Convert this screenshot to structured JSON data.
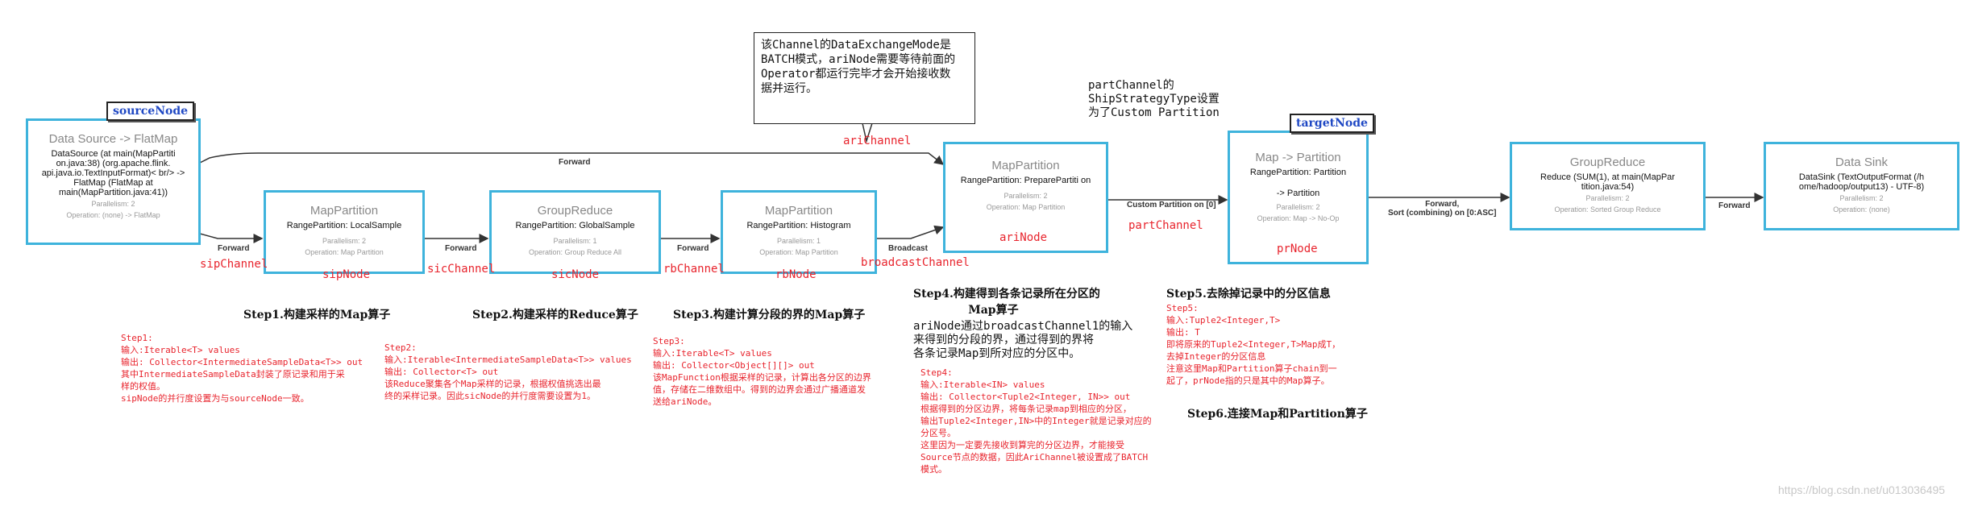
{
  "nodes": {
    "source": {
      "title": "Data Source -> FlatMap",
      "detail": "DataSource (at main(MapPartiti on.java:38) (org.apache.flink. api.java.io.TextInputFormat)< br/> -> FlatMap (FlatMap at main(MapPartition.java:41))",
      "meta1": "Parallelism: 2",
      "meta2": "Operation: (none) -> FlatMap"
    },
    "sip": {
      "title": "MapPartition",
      "detail": "RangePartition: LocalSample",
      "meta1": "Parallelism: 2",
      "meta2": "Operation: Map Partition"
    },
    "sic": {
      "title": "GroupReduce",
      "detail": "RangePartition: GlobalSample",
      "meta1": "Parallelism: 1",
      "meta2": "Operation: Group Reduce All"
    },
    "rb": {
      "title": "MapPartition",
      "detail": "RangePartition: Histogram",
      "meta1": "Parallelism: 1",
      "meta2": "Operation: Map Partition"
    },
    "ari": {
      "title": "MapPartition",
      "detail": "RangePartition: PreparePartiti on",
      "meta1": "Parallelism: 2",
      "meta2": "Operation: Map Partition"
    },
    "pr": {
      "title": "Map -> Partition",
      "detail": "RangePartition: Partition",
      "detail2": "-> Partition",
      "meta1": "Parallelism: 2",
      "meta2": "Operation: Map -> No-Op"
    },
    "reduce": {
      "title": "GroupReduce",
      "detail": "Reduce (SUM(1), at main(MapPar tition.java:54)",
      "meta1": "Parallelism: 2",
      "meta2": "Operation: Sorted Group Reduce"
    },
    "sink": {
      "title": "Data Sink",
      "detail": "DataSink (TextOutputFormat (/h ome/hadoop/output13) - UTF-8)",
      "meta1": "Parallelism: 2",
      "meta2": "Operation: (none)"
    }
  },
  "node_names": {
    "sip": "sipNode",
    "sic": "sicNode",
    "rb": "rbNode",
    "ari": "ariNode",
    "pr": "prNode"
  },
  "tags": {
    "source": "sourceNode",
    "target": "targetNode"
  },
  "edges": {
    "forward_top": "Forward",
    "forward_1": "Forward",
    "forward_2": "Forward",
    "forward_3": "Forward",
    "broadcast": "Broadcast",
    "custom": "Custom Partition on [0]",
    "forward_sort": "Forward,\nSort (combining) on [0:ASC]",
    "forward_last": "Forward"
  },
  "channels": {
    "sip": "sipChannel",
    "sic": "sicChannel",
    "rb": "rbChannel",
    "broadcast": "broadcastChannel",
    "ari": "ariChannel",
    "part": "partChannel"
  },
  "callout": "该Channel的DataExchangeMode是\nBATCH模式，ariNode需要等待前面的\nOperator都运行完毕才会开始接收数\n据并运行。",
  "part_note": "partChannel的\nShipStrategyType设置\n为了Custom Partition",
  "steps": {
    "s1": "Step1.构建采样的Map算子",
    "s2": "Step2.构建采样的Reduce算子",
    "s3": "Step3.构建计算分段的界的Map算子",
    "s4": "Step4.构建得到各条记录所在分区的\n              Map算子",
    "s5": "Step5.去除掉记录中的分区信息",
    "s6": "Step6.连接Map和Partition算子"
  },
  "notes": {
    "n1": "Step1:\n输入:Iterable<T> values\n输出: Collector<IntermediateSampleData<T>> out\n其中IntermediateSampleData封装了原记录和用于采\n样的权值。\nsipNode的并行度设置为与sourceNode一致。",
    "n2": "Step2:\n输入:Iterable<IntermediateSampleData<T>> values\n输出: Collector<T> out\n该Reduce聚集各个Map采样的记录，根据权值挑选出最\n终的采样记录。因此sicNode的并行度需要设置为1。",
    "n3": "Step3:\n输入:Iterable<T> values\n输出: Collector<Object[][]> out\n该MapFunction根据采样的记录，计算出各分区的边界\n值，存储在二维数组中。得到的边界会通过广播通道发\n送给ariNode。",
    "n4_dark": "ariNode通过broadcastChannel1的输入\n来得到的分段的界，通过得到的界将\n各条记录Map到所对应的分区中。",
    "n4": "Step4:\n输入:Iterable<IN> values\n输出: Collector<Tuple2<Integer, IN>> out\n根据得到的分区边界，将每条记录map到相应的分区，\n输出Tuple2<Integer,IN>中的Integer就是记录对应的\n分区号。\n这里因为一定要先接收到算完的分区边界，才能接受\nSource节点的数据，因此AriChannel被设置成了BATCH\n模式。",
    "n5": "Step5:\n输入:Tuple2<Integer,T>\n输出: T\n即将原来的Tuple2<Integer,T>Map成T，\n去掉Integer的分区信息\n注意这里Map和Partition算子chain到一\n起了，prNode指的只是其中的Map算子。"
  },
  "watermark": "https://blog.csdn.net/u013036495"
}
